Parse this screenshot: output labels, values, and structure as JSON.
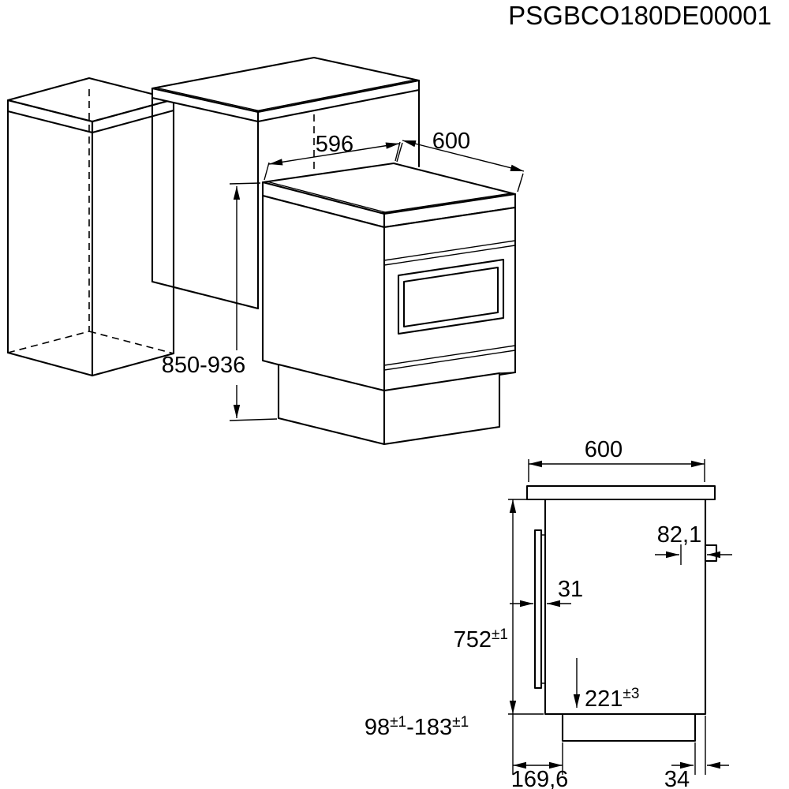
{
  "title": "PSGBCO180DE00001",
  "colors": {
    "line": "#000000",
    "background": "#ffffff"
  },
  "isometric_view": {
    "depth_label": "596",
    "width_label": "600",
    "height_label": "850-936"
  },
  "side_view": {
    "depth_label": "600",
    "connection_offset_label": "82,1",
    "handle_depth_label": "31",
    "height_value": "752",
    "height_tolerance": "±1",
    "connection_height_value": "221",
    "connection_height_tolerance": "±3",
    "plinth_min": "98",
    "plinth_min_tolerance": "±1",
    "plinth_separator": "-",
    "plinth_max": "183",
    "plinth_max_tolerance": "±1",
    "plinth_front_inset_label": "169,6",
    "plinth_back_inset_label": "34"
  }
}
